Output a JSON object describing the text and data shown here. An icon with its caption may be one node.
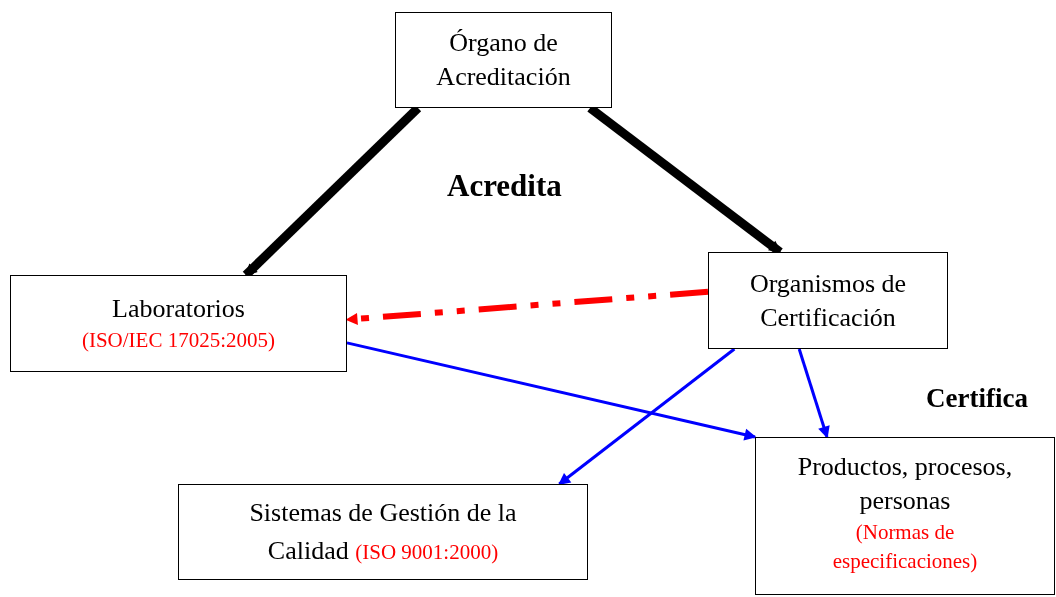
{
  "diagram": {
    "nodes": [
      {
        "text": [
          "Órgano de Acreditación"
        ]
      },
      {
        "text": [
          "Laboratorios",
          "(ISO/IEC 17025:2005)"
        ]
      },
      {
        "text": [
          "Organismos de Certificación"
        ]
      },
      {
        "text": [
          "Sistemas de Gestión de la Calidad",
          "(ISO 9001:2000)"
        ]
      },
      {
        "text": [
          "Productos, procesos, personas",
          "(Normas de especificaciones)"
        ]
      }
    ],
    "edges": [
      {
        "from": 0,
        "to": 1,
        "arrow": "to",
        "style": "thick",
        "color": "#000000"
      },
      {
        "from": 0,
        "to": 2,
        "arrow": "to",
        "style": "thick",
        "color": "#000000"
      },
      {
        "from": 2,
        "to": 1,
        "arrow": "to",
        "style": "dashed",
        "color": "#ff0000"
      },
      {
        "from": 1,
        "to": 4,
        "arrow": "to"
      },
      {
        "from": 2,
        "to": 3,
        "arrow": "to"
      },
      {
        "from": 2,
        "to": 4,
        "arrow": "to"
      }
    ],
    "labels": [
      "Acredita",
      "Certifica"
    ]
  }
}
